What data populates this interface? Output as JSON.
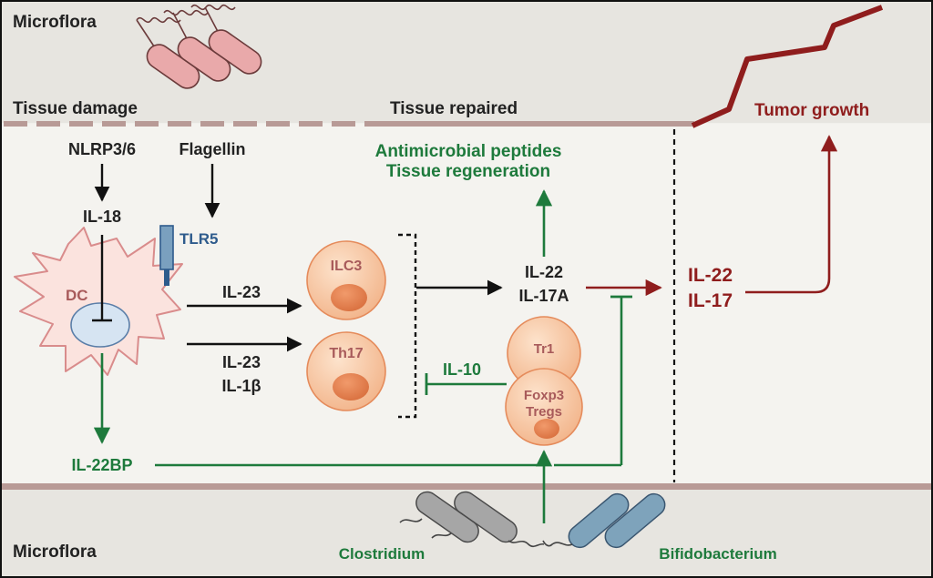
{
  "regions": {
    "top_microflora": "Microflora",
    "bottom_microflora": "Microflora",
    "tissue_damage": "Tissue damage",
    "tissue_repaired": "Tissue repaired",
    "tumor_growth": "Tumor growth"
  },
  "inputs": {
    "nlrp": "NLRP3/6",
    "flagellin": "Flagellin",
    "il18": "IL-18",
    "tlr5": "TLR5"
  },
  "dc": {
    "label": "DC"
  },
  "signals": {
    "il23_top": "IL-23",
    "il23_bottom": "IL-23",
    "il1b": "IL-1β",
    "il22bp": "IL-22BP",
    "il10": "IL-10"
  },
  "cells": {
    "ilc3": "ILC3",
    "th17": "Th17",
    "tr1": "Tr1",
    "foxp3_line1": "Foxp3",
    "foxp3_line2": "Tregs"
  },
  "outputs": {
    "il22": "IL-22",
    "il17a": "IL-17A",
    "amp": "Antimicrobial peptides",
    "regen": "Tissue regeneration",
    "tumor_il22": "IL-22",
    "tumor_il17": "IL-17"
  },
  "bacteria": {
    "clostridium": "Clostridium",
    "bifidobacterium": "Bifidobacterium"
  },
  "colors": {
    "green": "#1e7a3c",
    "red": "#8f1d1d",
    "blue": "#2e5b8c",
    "cell_fill": "#f6c9a8",
    "dc_membrane": "#d98c8c",
    "epithelium": "#b89a96"
  }
}
